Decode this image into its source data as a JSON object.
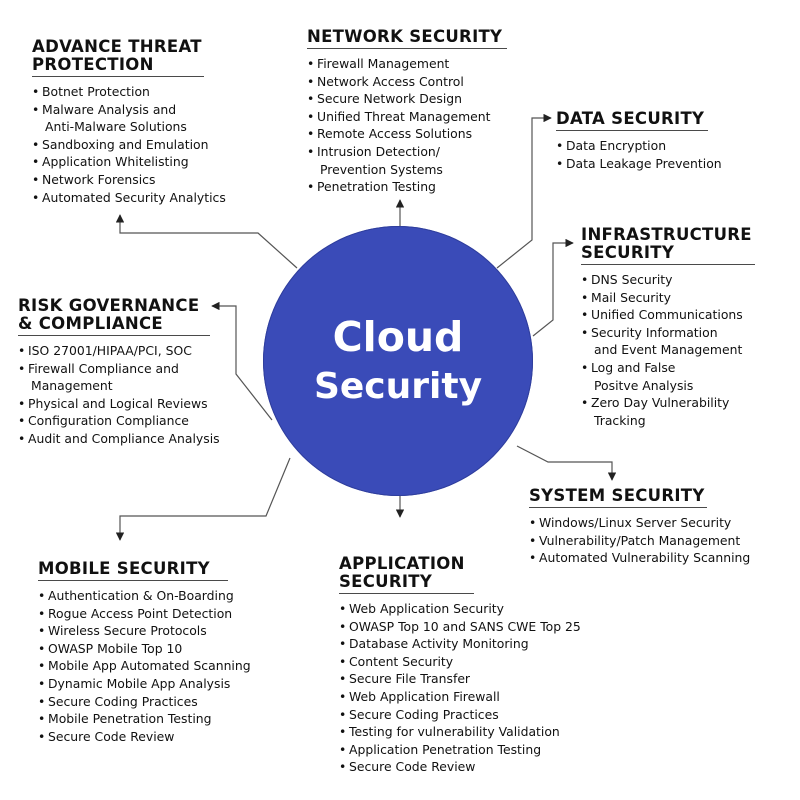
{
  "colors": {
    "hub": "#3a4bb8",
    "text": "#111111",
    "line": "#555555"
  },
  "center": {
    "line1": "Cloud",
    "line2": "Security"
  },
  "sections": {
    "advance_threat": {
      "title_lines": [
        "ADVANCE THREAT",
        "PROTECTION"
      ],
      "items": [
        "Botnet Protection",
        "Malware Analysis and",
        "Anti-Malware Solutions",
        "Sandboxing and Emulation",
        "Application Whitelisting",
        "Network Forensics",
        "Automated Security Analytics"
      ]
    },
    "network": {
      "title_lines": [
        "NETWORK SECURITY"
      ],
      "items": [
        "Firewall Management",
        "Network Access Control",
        "Secure Network Design",
        "Unified Threat Management",
        "Remote Access Solutions",
        "Intrusion Detection/",
        "Prevention Systems",
        "Penetration Testing"
      ]
    },
    "data": {
      "title_lines": [
        "DATA SECURITY"
      ],
      "items": [
        "Data Encryption",
        "Data Leakage Prevention"
      ]
    },
    "infrastructure": {
      "title_lines": [
        "INFRASTRUCTURE",
        "SECURITY"
      ],
      "items": [
        "DNS Security",
        "Mail Security",
        "Unified Communications",
        "Security Information",
        "and Event Management",
        "Log and False",
        "Positve Analysis",
        "Zero Day Vulnerability",
        "Tracking"
      ]
    },
    "risk": {
      "title_lines": [
        "RISK GOVERNANCE",
        "& COMPLIANCE"
      ],
      "items": [
        "ISO 27001/HIPAA/PCI, SOC",
        "Firewall Compliance and",
        "Management",
        "Physical and Logical Reviews",
        "Configuration Compliance",
        "Audit and Compliance Analysis"
      ]
    },
    "system": {
      "title_lines": [
        "SYSTEM SECURITY"
      ],
      "items": [
        "Windows/Linux Server Security",
        "Vulnerability/Patch Management",
        "Automated Vulnerability Scanning"
      ]
    },
    "mobile": {
      "title_lines": [
        "MOBILE SECURITY"
      ],
      "items": [
        "Authentication & On-Boarding",
        "Rogue Access Point Detection",
        "Wireless Secure Protocols",
        "OWASP Mobile Top 10",
        "Mobile App Automated Scanning",
        "Dynamic Mobile App Analysis",
        "Secure Coding Practices",
        "Mobile Penetration Testing",
        "Secure Code Review"
      ]
    },
    "application": {
      "title_lines": [
        "APPLICATION",
        "SECURITY"
      ],
      "items": [
        "Web Application Security",
        "OWASP Top 10 and SANS CWE Top 25",
        "Database Activity Monitoring",
        "Content Security",
        "Secure File Transfer",
        "Web Application Firewall",
        "Secure Coding Practices",
        "Testing for vulnerability Validation",
        "Application Penetration Testing",
        "Secure Code Review"
      ]
    }
  }
}
